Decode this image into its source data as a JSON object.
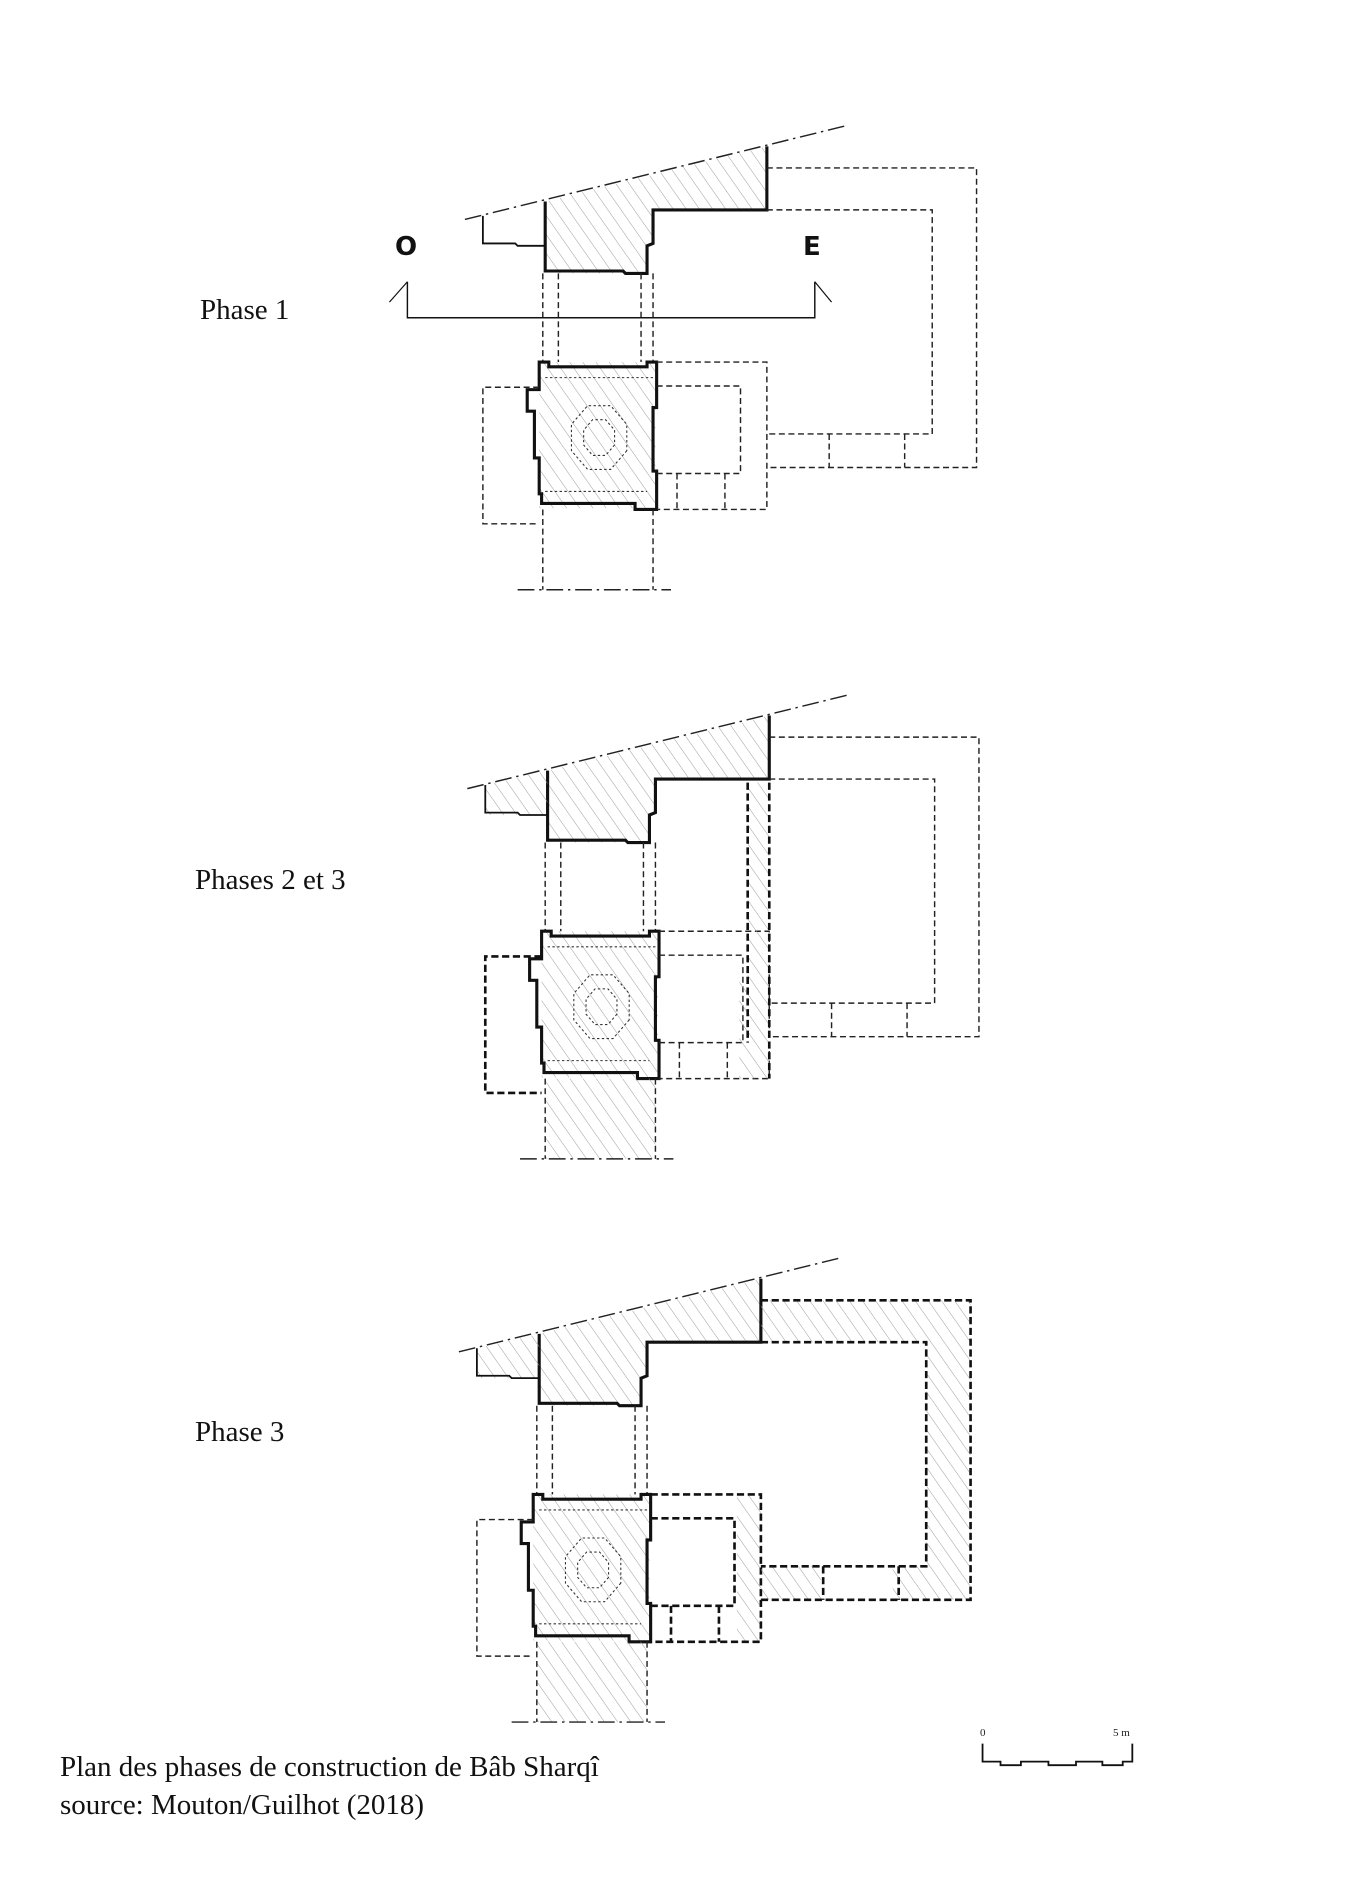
{
  "phases": [
    {
      "label": "Phase 1"
    },
    {
      "label": "Phases 2 et 3"
    },
    {
      "label": "Phase 3"
    }
  ],
  "section_marks": {
    "west": "O",
    "east": "E"
  },
  "scale_bar": {
    "start": "0",
    "end": "5 m"
  },
  "caption": {
    "title": "Plan des phases de construction de Bâb Sharqî",
    "source": "source: Mouton/Guilhot (2018)"
  }
}
